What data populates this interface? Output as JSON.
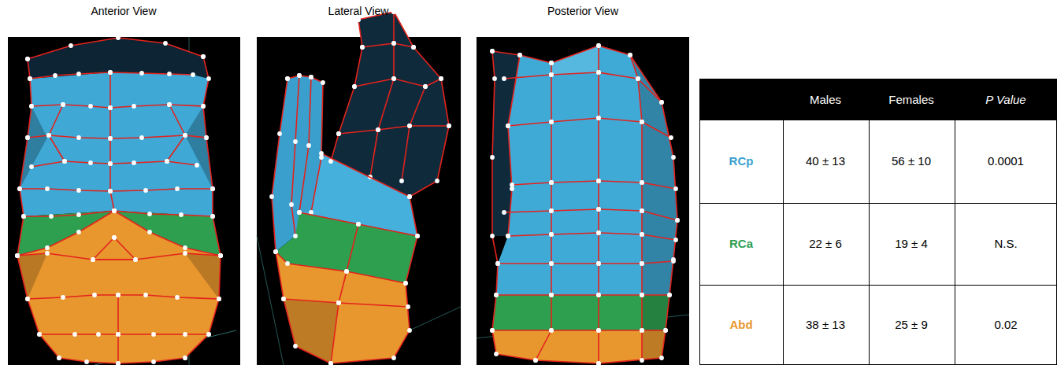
{
  "diagram": {
    "labels": [
      "Anterior View",
      "Lateral View",
      "Posterior View",
      "Males",
      "Females",
      "P Value",
      "RCp",
      "40 ± 13",
      "56 ± 10",
      "0.0001",
      "RCa",
      "22 ± 6",
      "19 ± 4",
      "N.S.",
      "Abd",
      "38 ± 13",
      "25 ± 9",
      "0.02"
    ]
  }
}
